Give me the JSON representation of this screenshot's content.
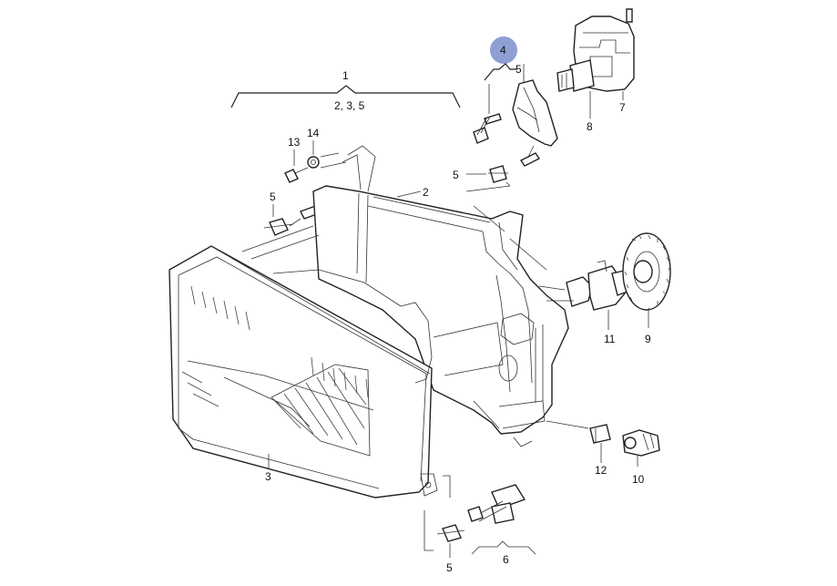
{
  "diagram": {
    "group_main": {
      "label": "1",
      "sub": "2, 3, 5"
    },
    "highlight": {
      "label": "4",
      "color": "#8f9fd4"
    },
    "callouts": {
      "c2": "2",
      "c3": "3",
      "c5a": "5",
      "c5b": "5",
      "c5c": "5",
      "c5d": "5",
      "c6": "6",
      "c7": "7",
      "c8": "8",
      "c9": "9",
      "c10": "10",
      "c11": "11",
      "c12": "12",
      "c13": "13",
      "c14": "14"
    }
  }
}
